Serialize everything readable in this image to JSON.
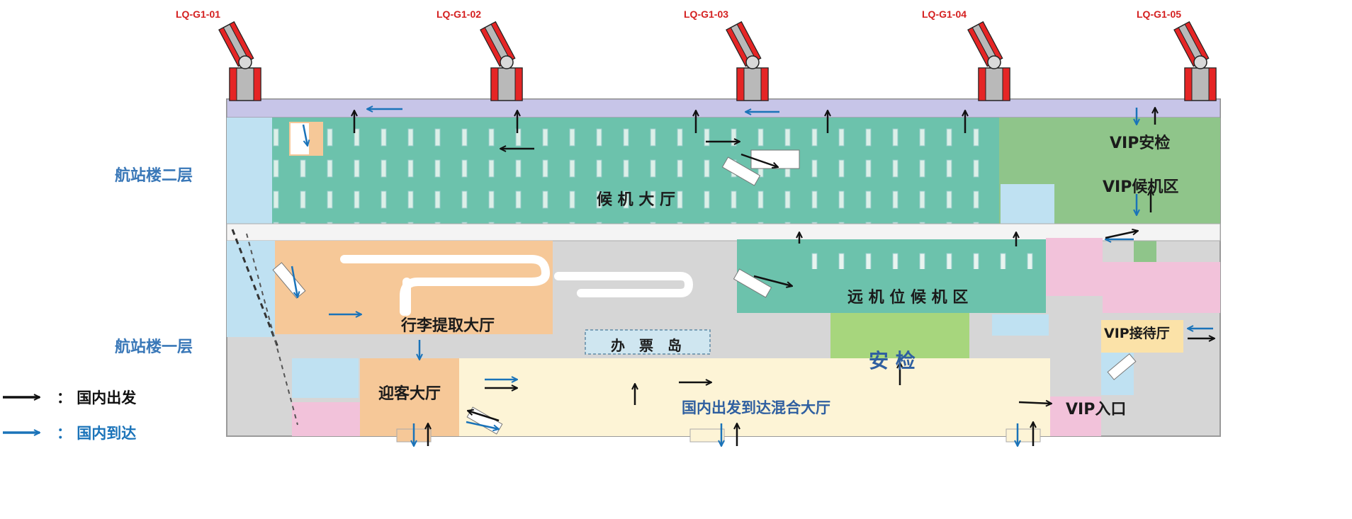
{
  "gates": [
    "LQ-G1-01",
    "LQ-G1-02",
    "LQ-G1-03",
    "LQ-G1-04",
    "LQ-G1-05"
  ],
  "floors": {
    "upper": "航站楼二层",
    "lower": "航站楼一层"
  },
  "zones": {
    "departure_hall": "候 机 大 厅",
    "vip_security": "VIP安检",
    "vip_waiting": "VIP候机区",
    "remote_waiting": "远 机 位 候 机 区",
    "baggage_claim": "行李提取大厅",
    "ticket_island": "办　票　岛",
    "security_check": "安  检",
    "vip_reception": "VIP接待厅",
    "greeting_hall": "迎客大厅",
    "mixed_hall": "国内出发到达混合大厅",
    "vip_entrance": "VIP入口"
  },
  "legend": [
    {
      "text": "：  国内出发",
      "color": "#111111",
      "icon": "black-arrow-icon"
    },
    {
      "text": "：  国内到达",
      "color": "#1a73b9",
      "icon": "blue-arrow-icon"
    }
  ],
  "colors": {
    "departure_arrow": "#111111",
    "arrival_arrow": "#1a73b9",
    "gate_code": "#d42020",
    "floor_label": "#3a78b8",
    "waiting_green": "#6cc2ac",
    "baggage_orange": "#f6c898",
    "mixed_cream": "#fdf4d6",
    "vip_green": "#8fc58a",
    "security_green": "#a7d67d",
    "pink": "#f2c2da",
    "light_blue": "#bfe1f2",
    "corridor_lavender": "#c7c5e8",
    "bridge_red": "#e52525"
  }
}
